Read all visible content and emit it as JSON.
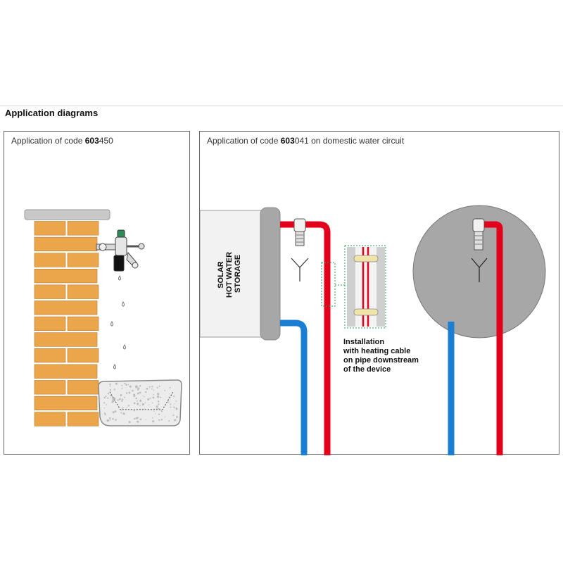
{
  "header": {
    "title": "Application diagrams"
  },
  "panel_left": {
    "caption_prefix": "Application of code ",
    "caption_code": "603",
    "caption_suffix": "450"
  },
  "panel_right": {
    "caption_prefix": "Application of code ",
    "caption_code": "603",
    "caption_suffix": "041 on domestic water circuit",
    "storage_label": [
      "SOLAR",
      "HOT WATER",
      "STORAGE"
    ],
    "install_note": [
      "Installation",
      "with heating cable",
      "on pipe downstream",
      "of the device"
    ]
  },
  "colors": {
    "hot_pipe": "#e2001a",
    "cold_pipe": "#1a7fd4",
    "brick": "#eba54a",
    "brick_mortar": "#ffffff",
    "tank": "#a7a7a7",
    "insulation": "#c9c9c9",
    "frame": "#666666"
  },
  "icons": [
    "brick-pillar-icon",
    "garden-tap-icon",
    "water-drop-icon",
    "drain-basin-icon",
    "valve-icon",
    "tundish-icon",
    "heating-cable-icon"
  ]
}
